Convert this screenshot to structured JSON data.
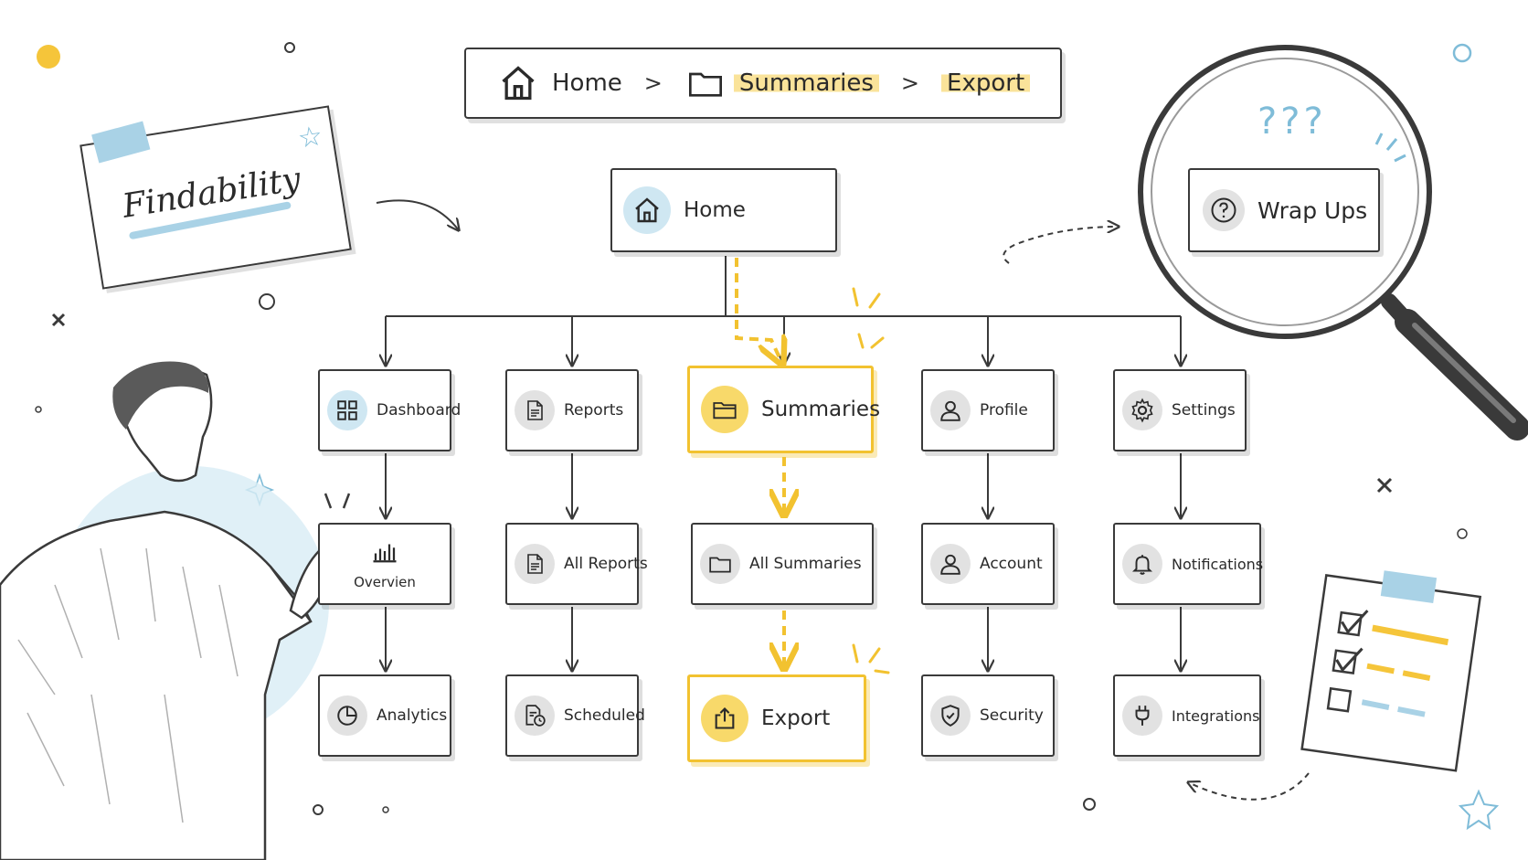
{
  "breadcrumb": {
    "items": [
      {
        "label": "Home",
        "icon": "home-icon"
      },
      {
        "label": "Summaries",
        "icon": "folder-icon"
      },
      {
        "label": "Export",
        "icon": ""
      }
    ],
    "separator": ">"
  },
  "note": {
    "title": "Findability"
  },
  "magnifier": {
    "label": "Wrap Ups",
    "icon": "question-circle-icon",
    "marks": "???"
  },
  "tree": {
    "root": {
      "label": "Home",
      "icon": "home-icon"
    },
    "columns": [
      {
        "nodes": [
          {
            "label": "Dashboard",
            "icon": "grid-icon"
          },
          {
            "label": "Overvien",
            "icon": "bar-chart-icon"
          },
          {
            "label": "Analytics",
            "icon": "pie-chart-icon"
          }
        ]
      },
      {
        "nodes": [
          {
            "label": "Reports",
            "icon": "document-icon"
          },
          {
            "label": "All Reports",
            "icon": "document-icon"
          },
          {
            "label": "Scheduled",
            "icon": "document-clock-icon"
          }
        ]
      },
      {
        "nodes": [
          {
            "label": "Summaries",
            "icon": "folder-icon"
          },
          {
            "label": "All Summaries",
            "icon": "folder-icon"
          },
          {
            "label": "Export",
            "icon": "share-upload-icon"
          }
        ]
      },
      {
        "nodes": [
          {
            "label": "Profile",
            "icon": "user-icon"
          },
          {
            "label": "Account",
            "icon": "user-icon"
          },
          {
            "label": "Security",
            "icon": "shield-icon"
          }
        ]
      },
      {
        "nodes": [
          {
            "label": "Settings",
            "icon": "gear-icon"
          },
          {
            "label": "Notifications",
            "icon": "bell-icon"
          },
          {
            "label": "Integrations",
            "icon": "plug-icon"
          }
        ]
      }
    ],
    "highlighted_path": [
      "Home",
      "Summaries",
      "All Summaries",
      "Export"
    ]
  },
  "colors": {
    "ink": "#3a3a3a",
    "highlight": "#f2c230",
    "highlight_soft": "#fae39a",
    "accent_blue": "#a9d2e6",
    "icon_bg": "#e2e2e2"
  }
}
